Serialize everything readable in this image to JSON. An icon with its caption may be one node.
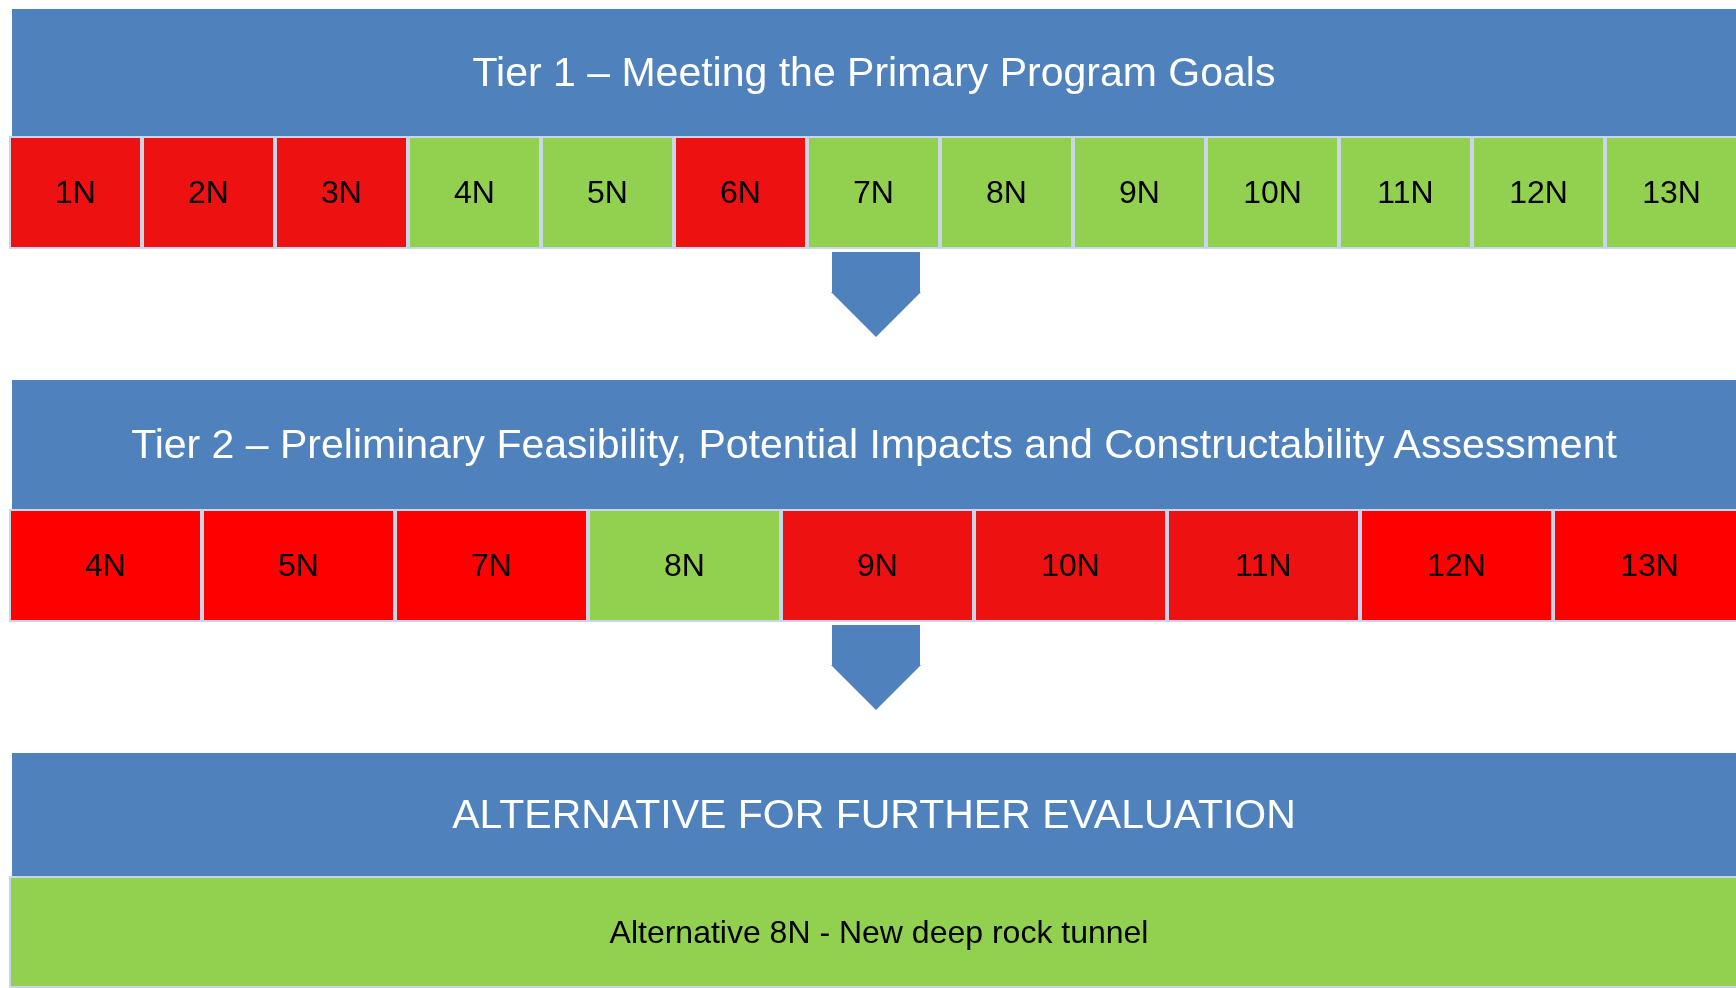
{
  "diagram": {
    "nodes": [
      {
        "text": [
          "Tier 1 – Meeting the Primary Program Goals"
        ]
      },
      {
        "text": [
          "1N"
        ],
        "in": 0
      },
      {
        "text": [
          "2N"
        ],
        "in": 0
      },
      {
        "text": [
          "3N"
        ],
        "in": 0
      },
      {
        "text": [
          "4N"
        ],
        "in": 0
      },
      {
        "text": [
          "5N"
        ],
        "in": 0
      },
      {
        "text": [
          "6N"
        ],
        "in": 0
      },
      {
        "text": [
          "7N"
        ],
        "in": 0
      },
      {
        "text": [
          "8N"
        ],
        "in": 0
      },
      {
        "text": [
          "9N"
        ],
        "in": 0
      },
      {
        "text": [
          "10N"
        ],
        "in": 0
      },
      {
        "text": [
          "11N"
        ],
        "in": 0
      },
      {
        "text": [
          "12N"
        ],
        "in": 0
      },
      {
        "text": [
          "13N"
        ],
        "in": 0
      },
      {
        "text": [
          "Tier 2 – Preliminary Feasibility, Potential Impacts and Constructability Assessment"
        ]
      },
      {
        "text": [
          "4N"
        ],
        "in": 14
      },
      {
        "text": [
          "5N"
        ],
        "in": 14
      },
      {
        "text": [
          "7N"
        ],
        "in": 14
      },
      {
        "text": [
          "8N"
        ],
        "in": 14
      },
      {
        "text": [
          "9N"
        ],
        "in": 14
      },
      {
        "text": [
          "10N"
        ],
        "in": 14
      },
      {
        "text": [
          "11N"
        ],
        "in": 14
      },
      {
        "text": [
          "12N"
        ],
        "in": 14
      },
      {
        "text": [
          "13N"
        ],
        "in": 14
      },
      {
        "text": [
          "ALTERNATIVE FOR FURTHER EVALUATION"
        ]
      },
      {
        "text": [
          "Alternative 8N - New deep rock tunnel"
        ],
        "in": 24
      }
    ],
    "edges": [
      {
        "from": 0,
        "to": 14,
        "arrow": "to"
      },
      {
        "from": 14,
        "to": 24,
        "arrow": "to"
      }
    ]
  }
}
